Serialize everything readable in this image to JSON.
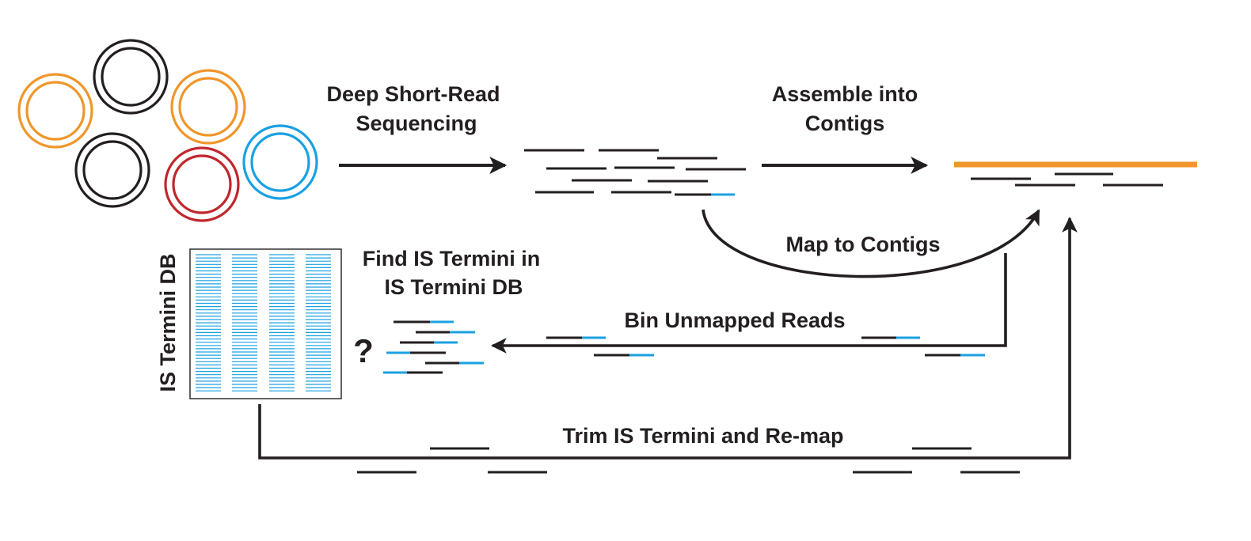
{
  "labels": {
    "deep_sequencing_line1": "Deep Short-Read",
    "deep_sequencing_line2": "Sequencing",
    "assemble_line1": "Assemble into",
    "assemble_line2": "Contigs",
    "map_to_contigs": "Map to Contigs",
    "find_termini_line1": "Find IS Termini in",
    "find_termini_line2": "IS Termini DB",
    "bin_unmapped": "Bin Unmapped Reads",
    "trim_remap": "Trim IS Termini and Re-map",
    "database_label": "IS Termini DB",
    "question_mark": "?"
  },
  "colors": {
    "dark": "#231f20",
    "orange": "#f0962a",
    "blue": "#1aa1e1",
    "red": "#c0272d",
    "is_terminus": "#1aa1e1",
    "contig": "#f0962a"
  }
}
